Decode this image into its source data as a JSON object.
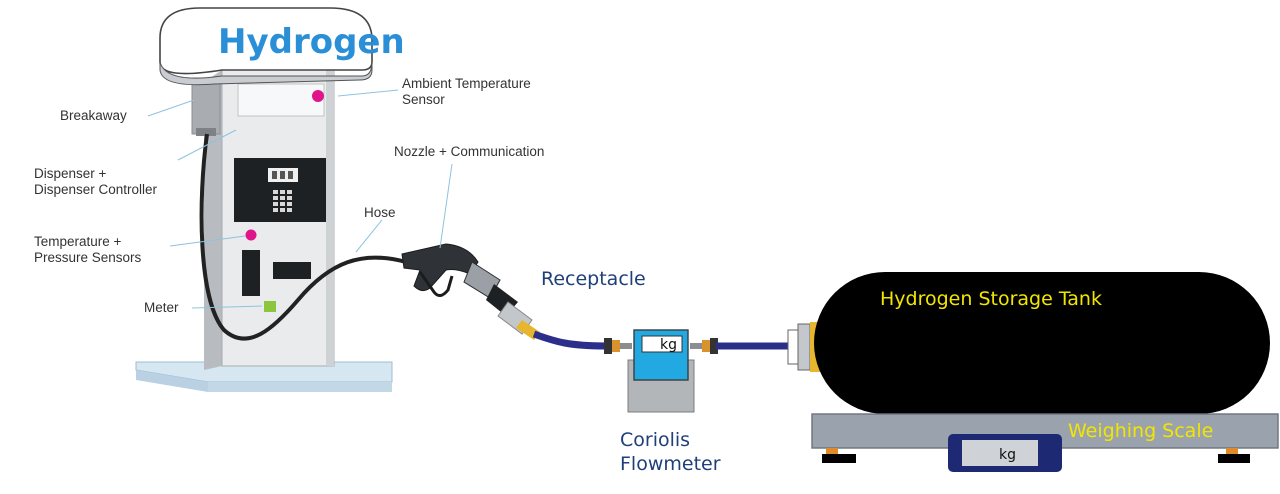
{
  "sign": {
    "brand": "Hydrogen"
  },
  "labels": {
    "ambient_sensor_line1": "Ambient Temperature",
    "ambient_sensor_line2": "Sensor",
    "breakaway": "Breakaway",
    "dispenser_line1": "Dispenser +",
    "dispenser_line2": "Dispenser Controller",
    "nozzle": "Nozzle + Communication",
    "hose": "Hose",
    "sensors_line1": "Temperature +",
    "sensors_line2": "Pressure Sensors",
    "meter": "Meter",
    "receptacle": "Receptacle",
    "tank": "Hydrogen Storage Tank",
    "flowmeter_line1": "Coriolis",
    "flowmeter_line2": "Flowmeter",
    "scale": "Weighing Scale"
  },
  "units": {
    "flowmeter_display": "kg",
    "scale_display": "kg"
  },
  "colors": {
    "brand_blue": "#2a8fd6",
    "sensor_magenta": "#e0158a",
    "meter_green": "#8cc63f",
    "hose_blue": "#2b2f8a",
    "tank_black": "#000000",
    "scale_gray": "#9aa3ad",
    "flowmeter_cyan": "#23a9e1",
    "label_yellow": "#f2e600",
    "label_navy": "#1f3f7a"
  }
}
